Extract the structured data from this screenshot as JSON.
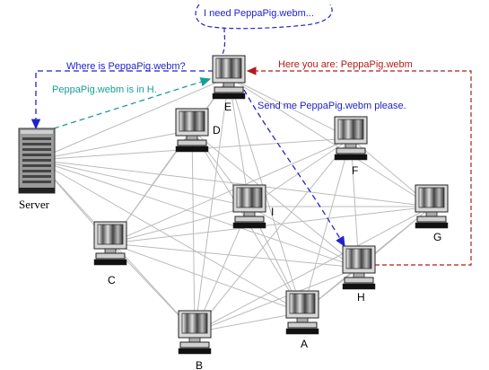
{
  "diagram": {
    "server_label": "Server",
    "nodes": [
      {
        "id": "A",
        "label": "A"
      },
      {
        "id": "B",
        "label": "B"
      },
      {
        "id": "C",
        "label": "C"
      },
      {
        "id": "D",
        "label": "D"
      },
      {
        "id": "E",
        "label": "E"
      },
      {
        "id": "F",
        "label": "F"
      },
      {
        "id": "G",
        "label": "G"
      },
      {
        "id": "H",
        "label": "H"
      },
      {
        "id": "I",
        "label": "I"
      }
    ],
    "messages": {
      "thought": "I need PeppaPig.webm...",
      "ask_server": "Where is PeppaPig.webm?",
      "server_reply": "PeppaPig.webm is in H.",
      "request_h": "Send me PeppaPig.webm please.",
      "h_reply": "Here you are: PeppaPig.webm"
    },
    "colors": {
      "ask_server": "#2222cc",
      "server_reply": "#1a9e96",
      "request_h": "#2222cc",
      "h_reply": "#b31b1b",
      "thought": "#2222cc",
      "mesh": "#bbbbbb"
    }
  }
}
